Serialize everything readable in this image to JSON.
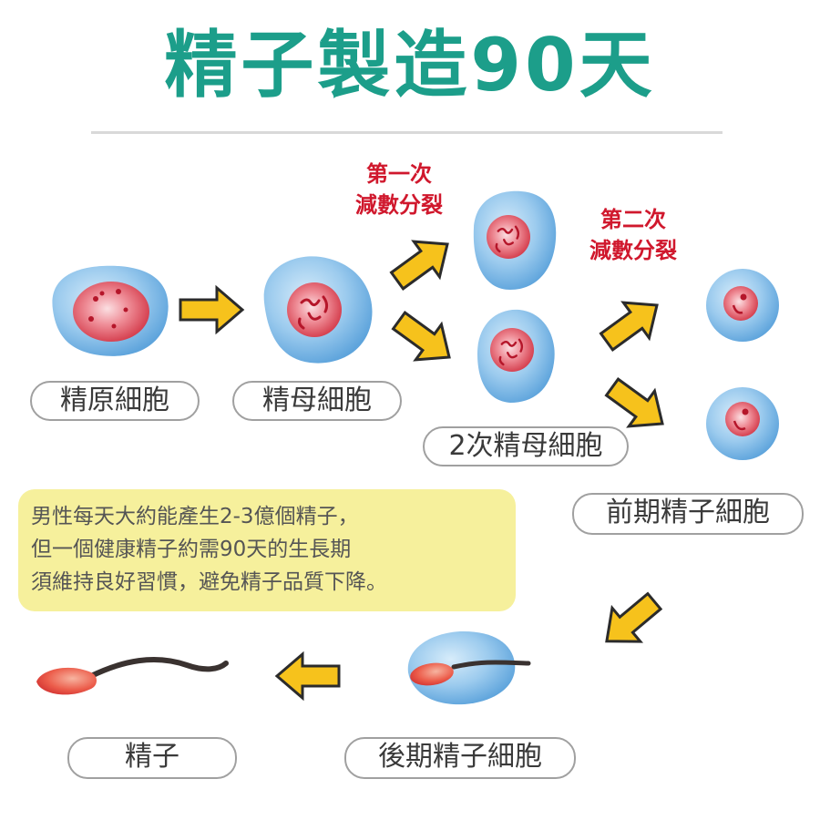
{
  "title": "精子製造90天",
  "colors": {
    "title": "#1c9e8a",
    "red_note": "#d0182d",
    "cell_outer": "#6aaee0",
    "nucleus": "#dc4554",
    "arrow_fill": "#f6c21c",
    "arrow_stroke": "#2b2b2b",
    "info_bg": "#f6f09c",
    "info_text": "#555555"
  },
  "notes": {
    "first_division": [
      "第一次",
      "減數分裂"
    ],
    "second_division": [
      "第二次",
      "減數分裂"
    ]
  },
  "stages": {
    "spermatogonium": "精原細胞",
    "primary_spermatocyte": "精母細胞",
    "secondary_spermatocyte": "2次精母細胞",
    "early_spermatid": "前期精子細胞",
    "late_spermatid": "後期精子細胞",
    "sperm": "精子"
  },
  "info": {
    "line1": "男性每天大約能產生2-3億個精子，",
    "line2": "但一個健康精子約需90天的生長期",
    "line3": "須維持良好習慣，避免精子品質下降。"
  }
}
